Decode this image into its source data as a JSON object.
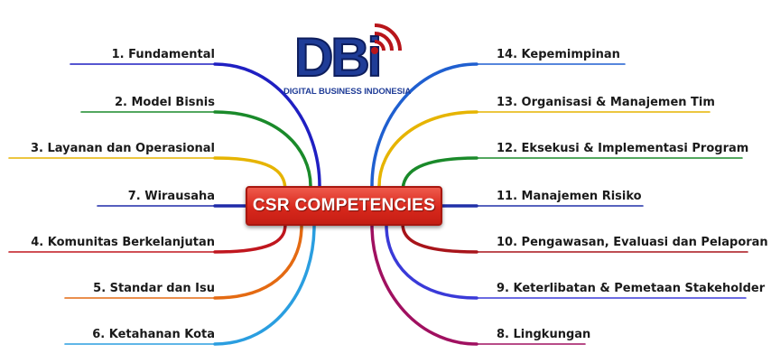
{
  "logo": {
    "letters": "DBi",
    "tagline": "DIGITAL BUSINESS INDONESIA",
    "brand_color": "#1f3c97",
    "signal_color": "#b8151a"
  },
  "center": {
    "label": "CSR COMPETENCIES",
    "color": "#d8281c"
  },
  "left_branches": [
    {
      "label": "1. Fundamental",
      "color": "#1f1fc2"
    },
    {
      "label": "2. Model Bisnis",
      "color": "#1a8a2a"
    },
    {
      "label": "3. Layanan dan Operasional",
      "color": "#e6b400"
    },
    {
      "label": "7. Wirausaha",
      "color": "#1f2aa8"
    },
    {
      "label": "4. Komunitas Berkelanjutan",
      "color": "#c0161e"
    },
    {
      "label": "5. Standar dan Isu",
      "color": "#e46a12"
    },
    {
      "label": "6. Ketahanan Kota",
      "color": "#2a9ee0"
    }
  ],
  "right_branches": [
    {
      "label": "14. Kepemimpinan",
      "color": "#1f5fd0"
    },
    {
      "label": "13. Organisasi & Manajemen Tim",
      "color": "#e6b400"
    },
    {
      "label": "12. Eksekusi & Implementasi Program",
      "color": "#1a8a2a"
    },
    {
      "label": "11. Manajemen Risiko",
      "color": "#2030a8"
    },
    {
      "label": "10. Pengawasan, Evaluasi dan Pelaporan",
      "color": "#a8141a"
    },
    {
      "label": "9. Keterlibatan & Pemetaan Stakeholder",
      "color": "#3a3ad8"
    },
    {
      "label": "8. Lingkungan",
      "color": "#a01060"
    }
  ]
}
